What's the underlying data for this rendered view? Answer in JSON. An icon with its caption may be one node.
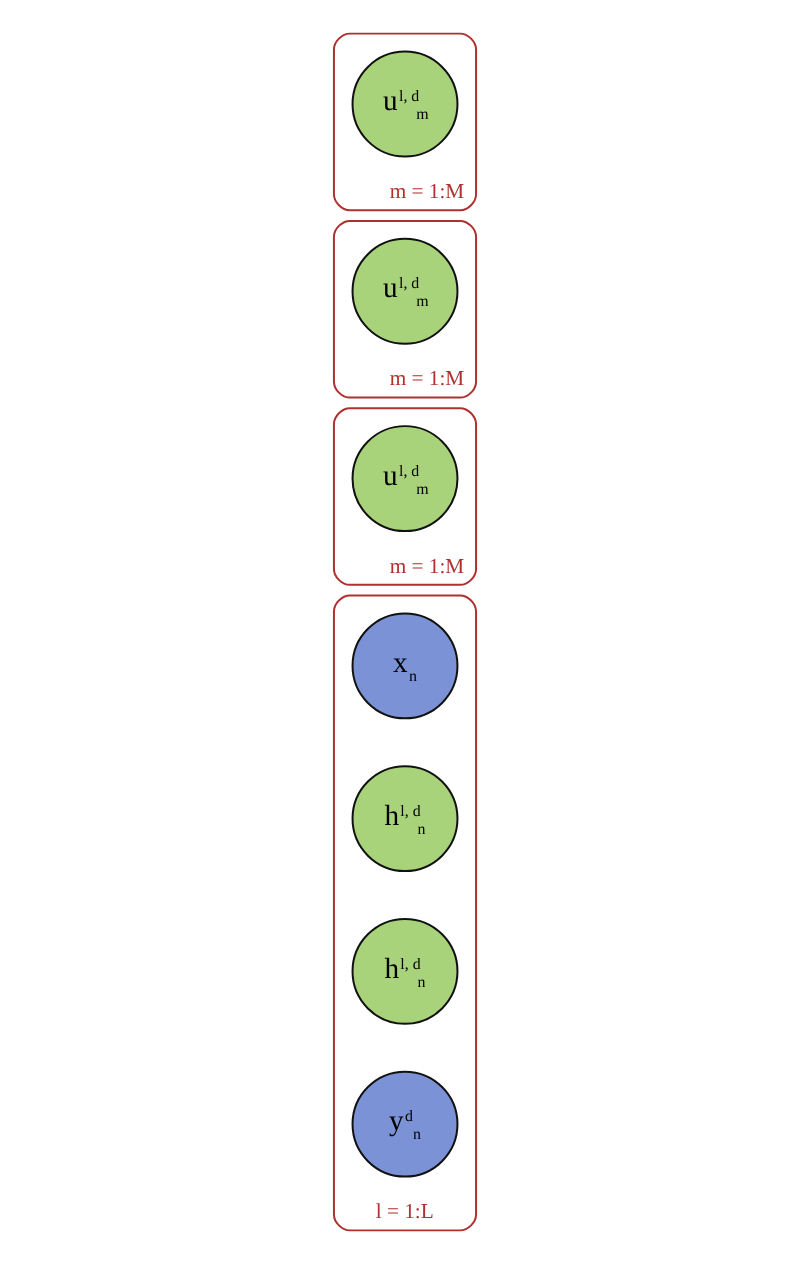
{
  "diagram": {
    "nodes": [
      {
        "text": [
          "l = 1:L"
        ]
      },
      {
        "text": [
          "x$_{n}$"
        ],
        "in": 0
      },
      {
        "text": [
          "h$^{l, d}$$_{n}$"
        ],
        "in": 0
      },
      {
        "text": [
          "h$^{l, d}$$_{n}$"
        ],
        "in": 0
      },
      {
        "text": [
          "y$^{d}$$_{n}$"
        ],
        "in": 0
      },
      {
        "text": [
          "m = 1:M"
        ]
      },
      {
        "text": [
          "u$^{l, d}$$_{m}$"
        ],
        "in": 5
      },
      {
        "text": [
          "m = 1:M"
        ]
      },
      {
        "text": [
          "u$^{l, d}$$_{m}$"
        ],
        "in": 7
      },
      {
        "text": [
          "m = 1:M"
        ]
      },
      {
        "text": [
          "u$^{l, d}$$_{m}$"
        ],
        "in": 9
      }
    ],
    "edges": []
  }
}
